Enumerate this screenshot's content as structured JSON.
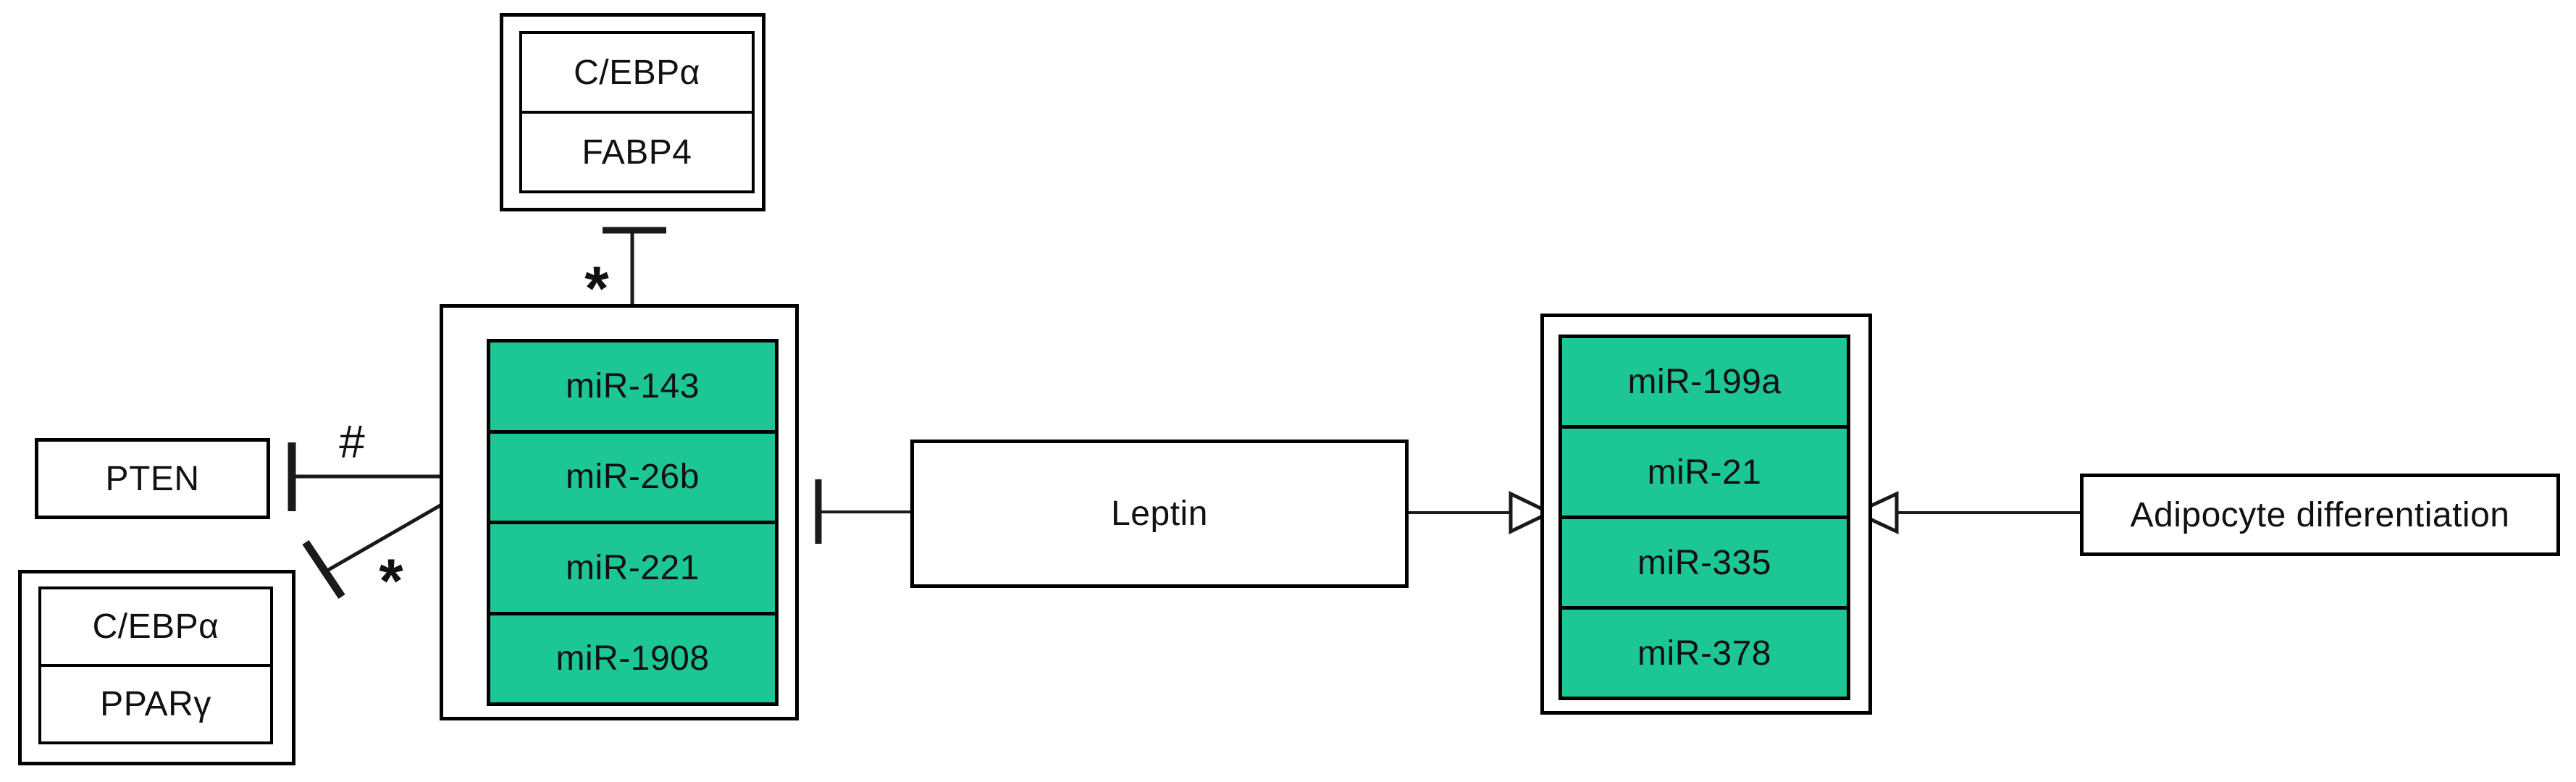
{
  "figure": {
    "background": "#ffffff",
    "border_color": "#000000",
    "line_color": "#1a1a1a",
    "mir_fill": "#1DC795"
  },
  "top_gene_box": {
    "items": [
      "C/EBPα",
      "FABP4"
    ]
  },
  "pten_box": {
    "label": "PTEN"
  },
  "adipogenic_tf_box": {
    "items": [
      "C/EBPα",
      "PPARγ"
    ]
  },
  "left_mir_group": {
    "items": [
      "miR-143",
      "miR-26b",
      "miR-221",
      "miR-1908"
    ]
  },
  "leptin_box": {
    "label": "Leptin"
  },
  "right_mir_group": {
    "items": [
      "miR-199a",
      "miR-21",
      "miR-335",
      "miR-378"
    ]
  },
  "adipocyte_box": {
    "label": "Adipocyte differentiation"
  },
  "annotations": {
    "asterisk_top": "*",
    "hash": "#",
    "asterisk_diagonal": "*"
  }
}
